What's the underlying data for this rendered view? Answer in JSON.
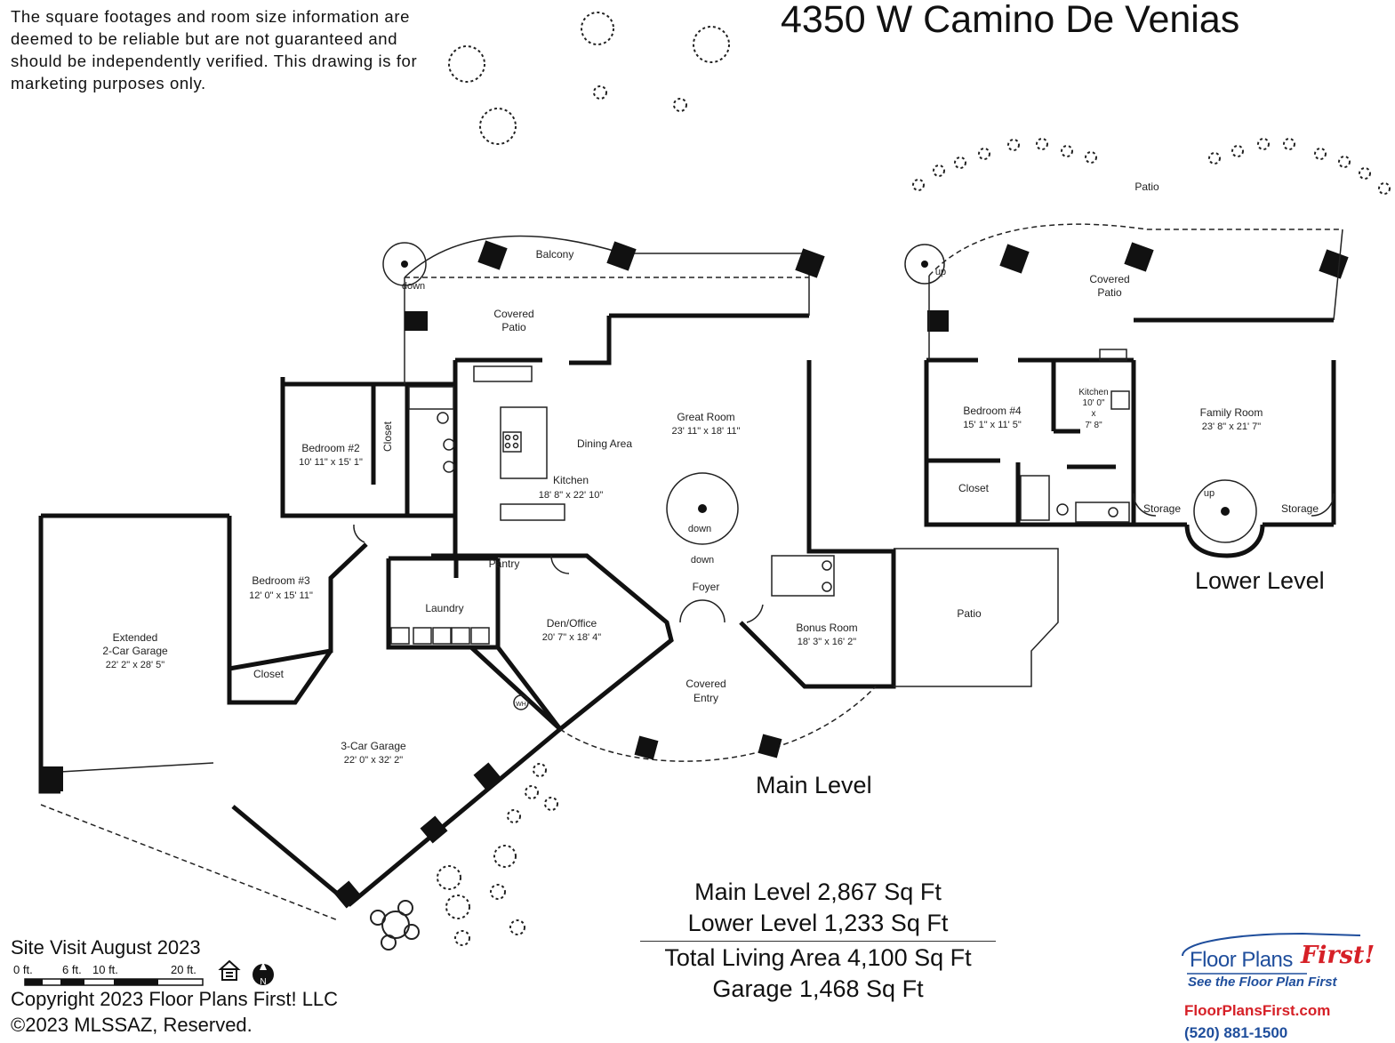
{
  "title": "4350 W Camino De Venias",
  "disclaimer": "The square footages and room size information are deemed to be reliable but are not guaranteed and should be independently verified. This drawing is for marketing purposes only.",
  "levels": {
    "main": "Main Level",
    "lower": "Lower Level"
  },
  "rooms": {
    "balcony": "Balcony",
    "covered_patio_main_1": "Covered",
    "covered_patio_main_2": "Patio",
    "stair_down_balcony": "down",
    "great_room_name": "Great Room",
    "great_room_size": "23' 11\" x 18' 11\"",
    "dining_area": "Dining Area",
    "kitchen_name": "Kitchen",
    "kitchen_size": "18' 8\" x 22' 10\"",
    "bedroom2_name": "Bedroom #2",
    "bedroom2_size": "10' 11\" x 15' 1\"",
    "bedroom2_closet": "Closet",
    "bedroom3_name": "Bedroom #3",
    "bedroom3_size": "12' 0\" x 15' 11\"",
    "bedroom3_closet": "Closet",
    "pantry": "Pantry",
    "laundry": "Laundry",
    "den_name": "Den/Office",
    "den_size": "20' 7\" x 18' 4\"",
    "foyer": "Foyer",
    "stair_down_inner": "down",
    "stair_down_foyer": "down",
    "bonus_name": "Bonus Room",
    "bonus_size": "18' 3\" x 16' 2\"",
    "patio_main": "Patio",
    "covered_entry_1": "Covered",
    "covered_entry_2": "Entry",
    "ext_garage_1": "Extended",
    "ext_garage_2": "2-Car Garage",
    "ext_garage_size": "22' 2\" x 28' 5\"",
    "garage3_name": "3-Car Garage",
    "garage3_size": "22' 0\" x 32' 2\"",
    "water_heater": "WH",
    "patio_lower": "Patio",
    "covered_patio_lower_1": "Covered",
    "covered_patio_lower_2": "Patio",
    "stair_up_lower": "up",
    "stair_up_family": "up",
    "bedroom4_name": "Bedroom #4",
    "bedroom4_size": "15' 1\" x 11' 5\"",
    "bedroom4_closet": "Closet",
    "lower_kitchen_name": "Kitchen",
    "lower_kitchen_w": "10' 0\"",
    "lower_kitchen_x": "x",
    "lower_kitchen_h": "7' 8\"",
    "family_name": "Family Room",
    "family_size": "23' 8\" x 21' 7\"",
    "storage_left": "Storage",
    "storage_right": "Storage"
  },
  "totals": {
    "main": "Main Level 2,867 Sq Ft",
    "lower": "Lower Level 1,233 Sq Ft",
    "total": "Total Living Area 4,100 Sq Ft",
    "garage": "Garage 1,468 Sq Ft"
  },
  "footer": {
    "site_visit": "Site Visit August 2023",
    "scale_0": "0 ft.",
    "scale_6": "6 ft.",
    "scale_10": "10 ft.",
    "scale_20": "20 ft.",
    "copyright": "Copyright 2023 Floor Plans First! LLC",
    "rights": "©2023 MLSSAZ, Reserved."
  },
  "logo": {
    "main": "Floor Plans",
    "first": "First!",
    "tagline": "See the Floor Plan First",
    "url": "FloorPlansFirst.com",
    "phone": "(520) 881-1500"
  },
  "icons": [
    "equal-housing-icon",
    "north-arrow-icon",
    "tree-icon",
    "spiral-stair-icon"
  ]
}
